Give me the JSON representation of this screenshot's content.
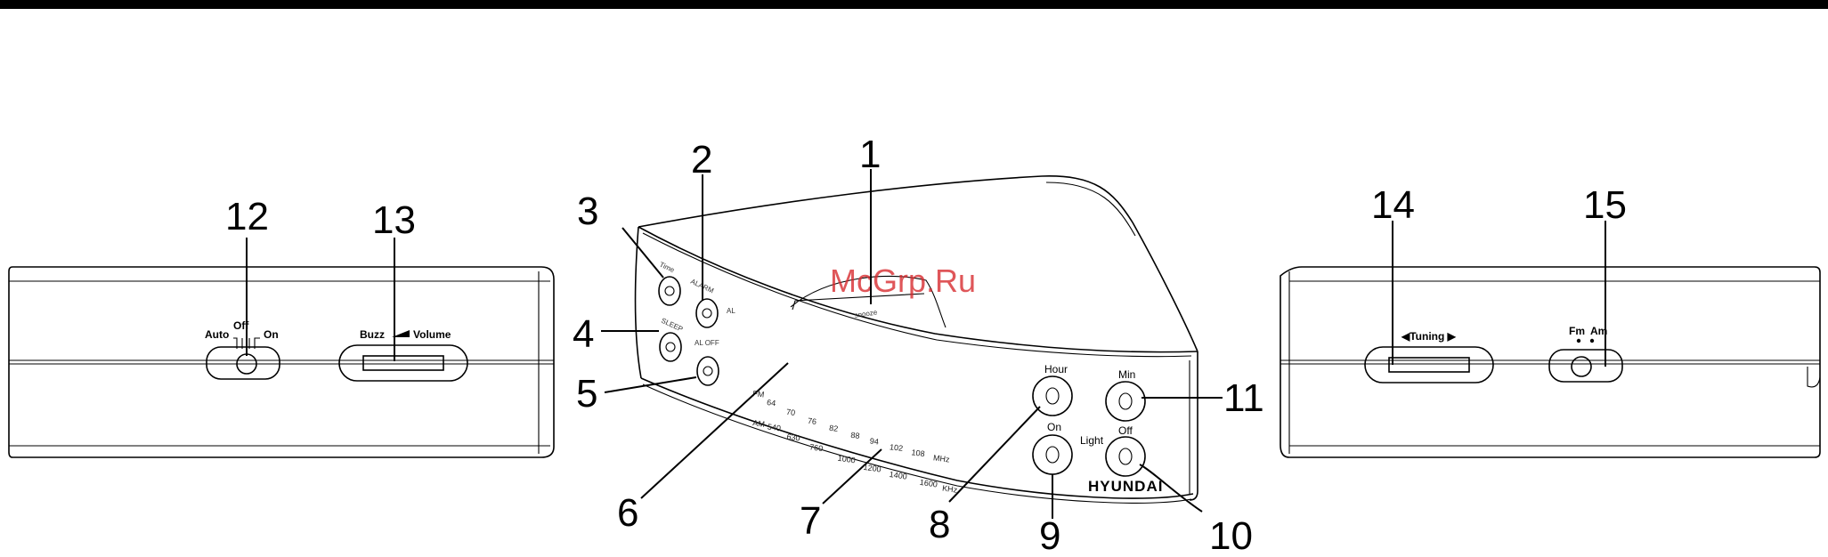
{
  "watermark": "McGrp.Ru",
  "brand": "HYUNDAI",
  "callouts": [
    "1",
    "2",
    "3",
    "4",
    "5",
    "6",
    "7",
    "8",
    "9",
    "10",
    "11",
    "12",
    "13",
    "14",
    "15"
  ],
  "left_panel": {
    "switch_labels": {
      "auto": "Auto",
      "off": "Off",
      "on": "On"
    },
    "volume_labels": {
      "buzz": "Buzz",
      "volume": "Volume"
    }
  },
  "right_panel": {
    "tuning": "◀Tuning  ▶",
    "band": {
      "fm": "Fm",
      "am": "Am"
    }
  },
  "front": {
    "top_buttons": {
      "snooze": "snooze",
      "time": "Time",
      "alarm": "ALARM",
      "al": "AL",
      "sleep": "SLEEP",
      "al_off": "AL OFF"
    },
    "right_buttons": {
      "hour": "Hour",
      "min": "Min",
      "on": "On",
      "light": "Light",
      "off": "Off"
    },
    "fm_scale": {
      "band": "FM",
      "values": [
        "64",
        "70",
        "76",
        "82",
        "88",
        "94",
        "102",
        "108"
      ],
      "unit": "MHz"
    },
    "am_scale": {
      "band": "AM",
      "values": [
        "540",
        "630",
        "760",
        "1000",
        "1200",
        "1400",
        "1600"
      ],
      "unit": "KHz"
    }
  }
}
